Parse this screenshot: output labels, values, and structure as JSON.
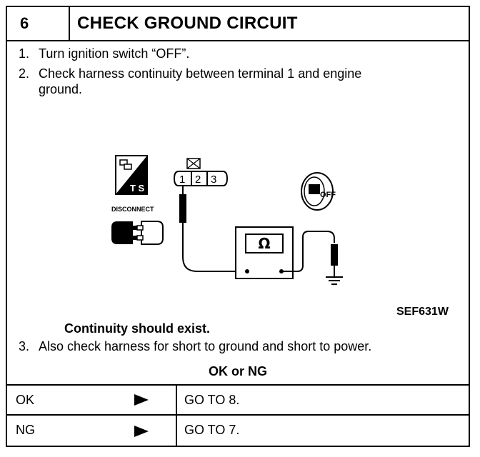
{
  "header": {
    "step_number": "6",
    "title": "CHECK GROUND CIRCUIT"
  },
  "instructions": [
    {
      "num": "1.",
      "lines": [
        "Turn ignition switch “OFF”."
      ]
    },
    {
      "num": "2.",
      "lines": [
        "Check harness continuity between terminal 1 and engine",
        "ground."
      ]
    },
    {
      "num": "3.",
      "lines": [
        "Also check harness for short to ground and short to power."
      ]
    }
  ],
  "diagram": {
    "ts_label": "T S",
    "disconnect_label": "DISCONNECT",
    "connector_terminals": [
      "1",
      "2",
      "3"
    ],
    "meter_symbol": "Ω",
    "key_label": "OFF",
    "figure_code": "SEF631W"
  },
  "continuity_text": "Continuity should exist.",
  "result": {
    "heading": "OK or NG",
    "rows": [
      {
        "label": "OK",
        "action": "GO TO 8."
      },
      {
        "label": "NG",
        "action": "GO TO 7."
      }
    ]
  }
}
